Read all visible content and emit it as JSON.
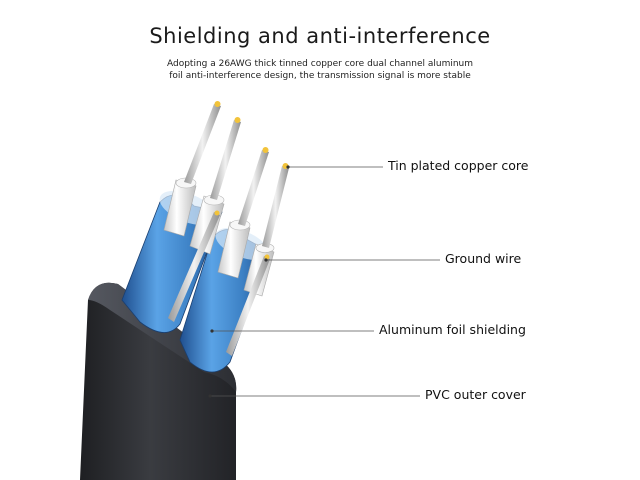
{
  "header": {
    "title": "Shielding and anti-interference",
    "subtitle_line1": "Adopting a 26AWG thick tinned copper core dual channel aluminum",
    "subtitle_line2": "foil anti-interference design, the transmission signal is more stable"
  },
  "callouts": [
    {
      "label": "Tin plated copper core"
    },
    {
      "label": "Ground wire"
    },
    {
      "label": "Aluminum foil shielding"
    },
    {
      "label": "PVC outer cover"
    }
  ],
  "colors": {
    "jacket": "#2b2d31",
    "foil": "#3c80c4",
    "insulation": "#f0f0f0",
    "copper_tip": "#f2c33a",
    "leader": "#555555"
  }
}
